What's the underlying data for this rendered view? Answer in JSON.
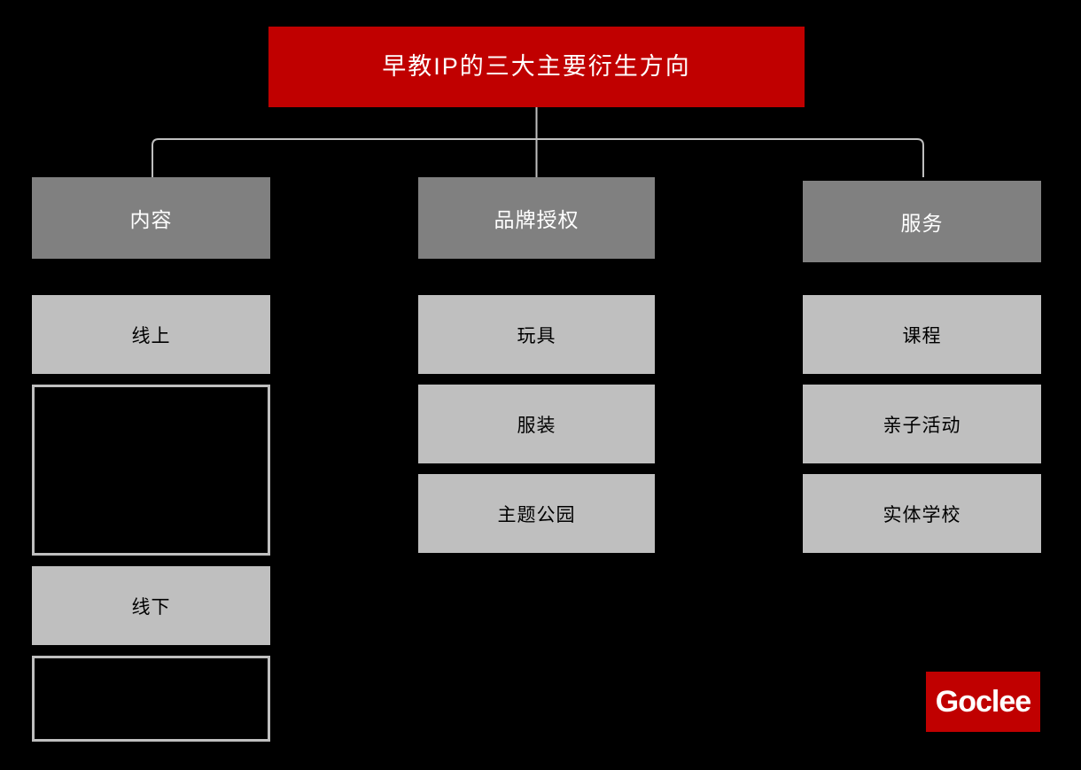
{
  "slide": {
    "background_color": "#000000",
    "title": {
      "text": "早教IP的三大主要衍生方向",
      "fill_color": "#c00000",
      "text_color": "#ffffff"
    },
    "connector_color": "#bfbfbf",
    "branches": [
      {
        "head": {
          "label": "内容",
          "fill_color": "#808080",
          "text_color": "#ffffff"
        },
        "leaves": [
          {
            "label": "线上",
            "style": "filled",
            "fill_color": "#bfbfbf",
            "text_color": "#000000"
          },
          {
            "label": "",
            "style": "outlined",
            "border_color": "#bfbfbf"
          },
          {
            "label": "线下",
            "style": "filled",
            "fill_color": "#bfbfbf",
            "text_color": "#000000"
          },
          {
            "label": "",
            "style": "outlined",
            "border_color": "#bfbfbf"
          }
        ]
      },
      {
        "head": {
          "label": "品牌授权",
          "fill_color": "#808080",
          "text_color": "#ffffff"
        },
        "leaves": [
          {
            "label": "玩具",
            "style": "filled",
            "fill_color": "#bfbfbf",
            "text_color": "#000000"
          },
          {
            "label": "服装",
            "style": "filled",
            "fill_color": "#bfbfbf",
            "text_color": "#000000"
          },
          {
            "label": "主题公园",
            "style": "filled",
            "fill_color": "#bfbfbf",
            "text_color": "#000000"
          }
        ]
      },
      {
        "head": {
          "label": "服务",
          "fill_color": "#808080",
          "text_color": "#ffffff"
        },
        "leaves": [
          {
            "label": "课程",
            "style": "filled",
            "fill_color": "#bfbfbf",
            "text_color": "#000000"
          },
          {
            "label": "亲子活动",
            "style": "filled",
            "fill_color": "#bfbfbf",
            "text_color": "#000000"
          },
          {
            "label": "实体学校",
            "style": "filled",
            "fill_color": "#bfbfbf",
            "text_color": "#000000"
          }
        ]
      }
    ],
    "logo": {
      "text": "Goclee",
      "fill_color": "#c00000",
      "text_color": "#ffffff"
    }
  }
}
